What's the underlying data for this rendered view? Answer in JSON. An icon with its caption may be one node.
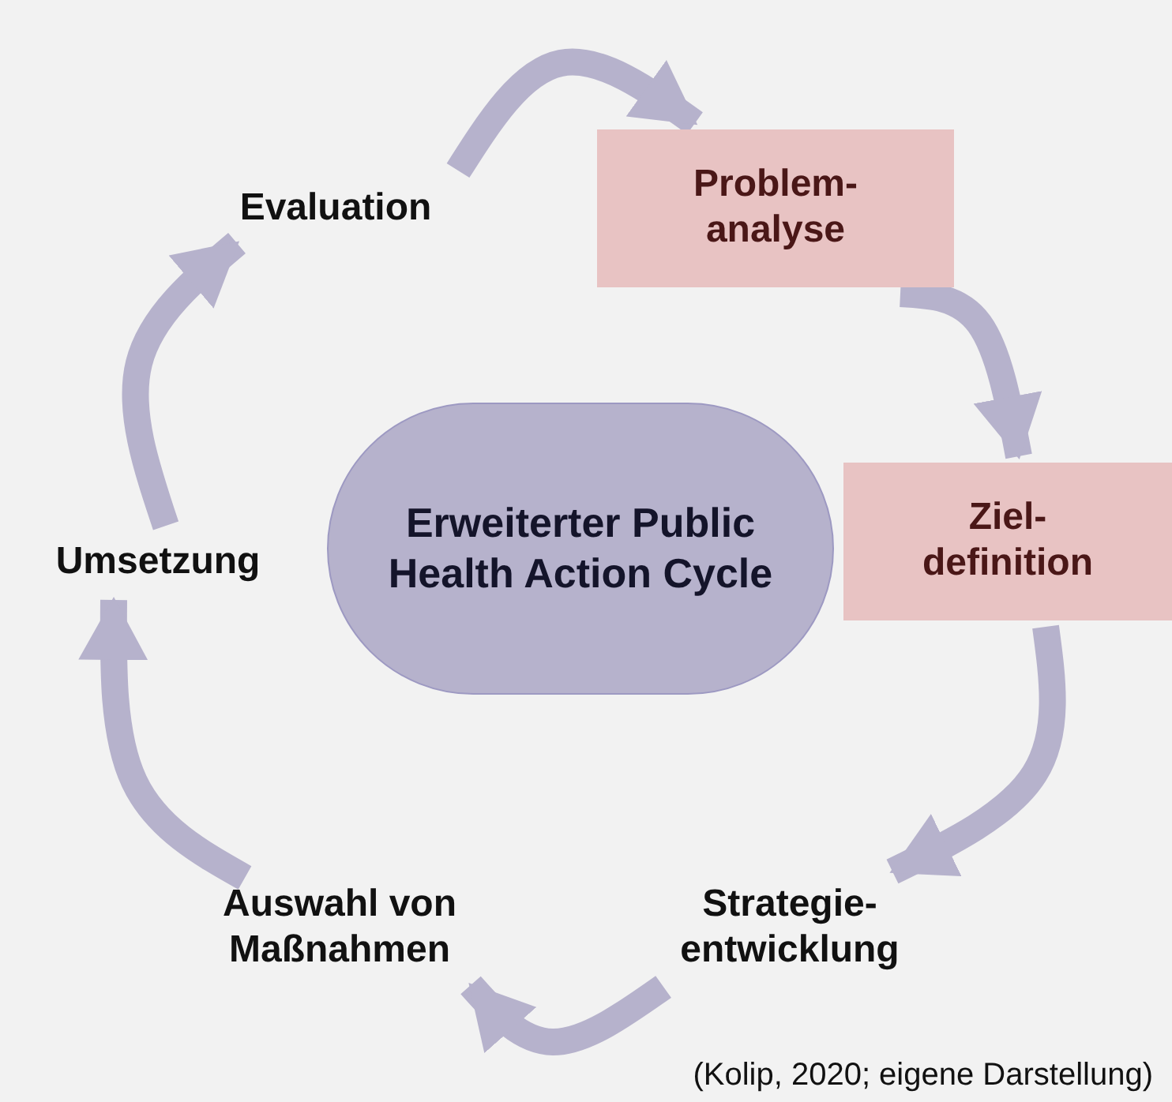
{
  "diagram": {
    "caption": "(Kolip, 2020; eigene Darstellung)",
    "nodes": [
      {
        "text": [
          "Erweiterter Public Health Action Cycle"
        ]
      },
      {
        "text": [
          "Problem- analyse"
        ]
      },
      {
        "text": [
          "Ziel- definition"
        ]
      },
      {
        "text": [
          "Strategie- entwicklung"
        ]
      },
      {
        "text": [
          "Auswahl von Maßnahmen"
        ]
      },
      {
        "text": [
          "Umsetzung"
        ]
      },
      {
        "text": [
          "Evaluation"
        ]
      }
    ],
    "edges": [
      {
        "from": 6,
        "to": 1,
        "arrow": "to"
      },
      {
        "from": 1,
        "to": 2,
        "arrow": "to"
      },
      {
        "from": 2,
        "to": 3,
        "arrow": "to"
      },
      {
        "from": 3,
        "to": 4,
        "arrow": "to"
      },
      {
        "from": 4,
        "to": 5,
        "arrow": "to"
      },
      {
        "from": 5,
        "to": 6,
        "arrow": "to"
      }
    ]
  }
}
